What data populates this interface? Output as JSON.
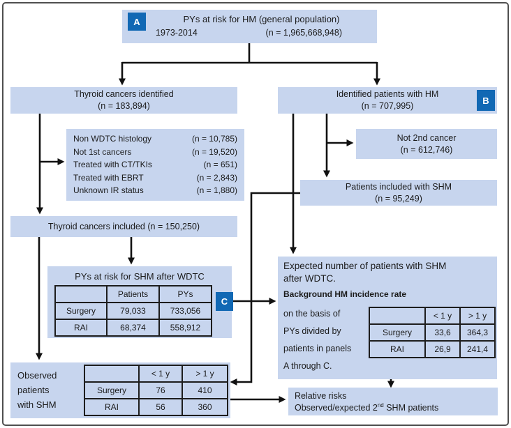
{
  "palette": {
    "box_fill": "#c7d5ee",
    "badge_fill": "#1168b4",
    "line": "#111111",
    "frame": "#4f4f4f"
  },
  "panel_a": {
    "badge": "A",
    "title": "PYs at risk for HM (general population)",
    "period": "1973-2014",
    "n": "(n = 1,965,668,948)"
  },
  "thyroid_identified": {
    "line1": "Thyroid cancers identified",
    "line2": "(n = 183,894)"
  },
  "hm_identified": {
    "line1": "Identified patients with HM",
    "line2": "(n = 707,995)",
    "badge": "B"
  },
  "exclusions": {
    "rows": [
      {
        "label": "Non WDTC histology",
        "n": "(n = 10,785)"
      },
      {
        "label": "Not 1st cancers",
        "n": "(n = 19,520)"
      },
      {
        "label": "Treated with CT/TKIs",
        "n": "(n = 651)"
      },
      {
        "label": "Treated with EBRT",
        "n": "(n = 2,843)"
      },
      {
        "label": "Unknown IR status",
        "n": "(n = 1,880)"
      }
    ]
  },
  "not_2nd_cancer": {
    "line1": "Not 2nd cancer",
    "line2": "(n = 612,746)"
  },
  "shm_included": {
    "line1": "Patients included with SHM",
    "line2": "(n = 95,249)"
  },
  "thyroid_included": {
    "text": "Thyroid cancers included (n = 150,250)"
  },
  "pys_panel": {
    "title": "PYs at risk for SHM after WDTC",
    "badge": "C",
    "table": {
      "headers": [
        "",
        "Patients",
        "PYs"
      ],
      "rows": [
        [
          "Surgery",
          "79,033",
          "733,056"
        ],
        [
          "RAI",
          "68,374",
          "558,912"
        ]
      ]
    }
  },
  "expected_panel": {
    "title_line1": "Expected number of patients with SHM",
    "title_line2": "after WDTC.",
    "subtitle": "Background HM incidence rate",
    "side_lines": [
      "on the basis of",
      "PYs divided by",
      "patients in panels",
      "A through C."
    ],
    "table": {
      "headers": [
        "",
        "< 1 y",
        "> 1 y"
      ],
      "rows": [
        [
          "Surgery",
          "33,6",
          "364,3"
        ],
        [
          "RAI",
          "26,9",
          "241,4"
        ]
      ]
    }
  },
  "observed_panel": {
    "label_line1": "Observed",
    "label_line2": "patients",
    "label_line3": "with SHM",
    "table": {
      "headers": [
        "",
        "< 1 y",
        "> 1 y"
      ],
      "rows": [
        [
          "Surgery",
          "76",
          "410"
        ],
        [
          "RAI",
          "56",
          "360"
        ]
      ]
    }
  },
  "relative_risks": {
    "line1": "Relative risks",
    "line2_prefix": "Observed/expected 2",
    "line2_sup": "nd",
    "line2_suffix": " SHM patients"
  }
}
